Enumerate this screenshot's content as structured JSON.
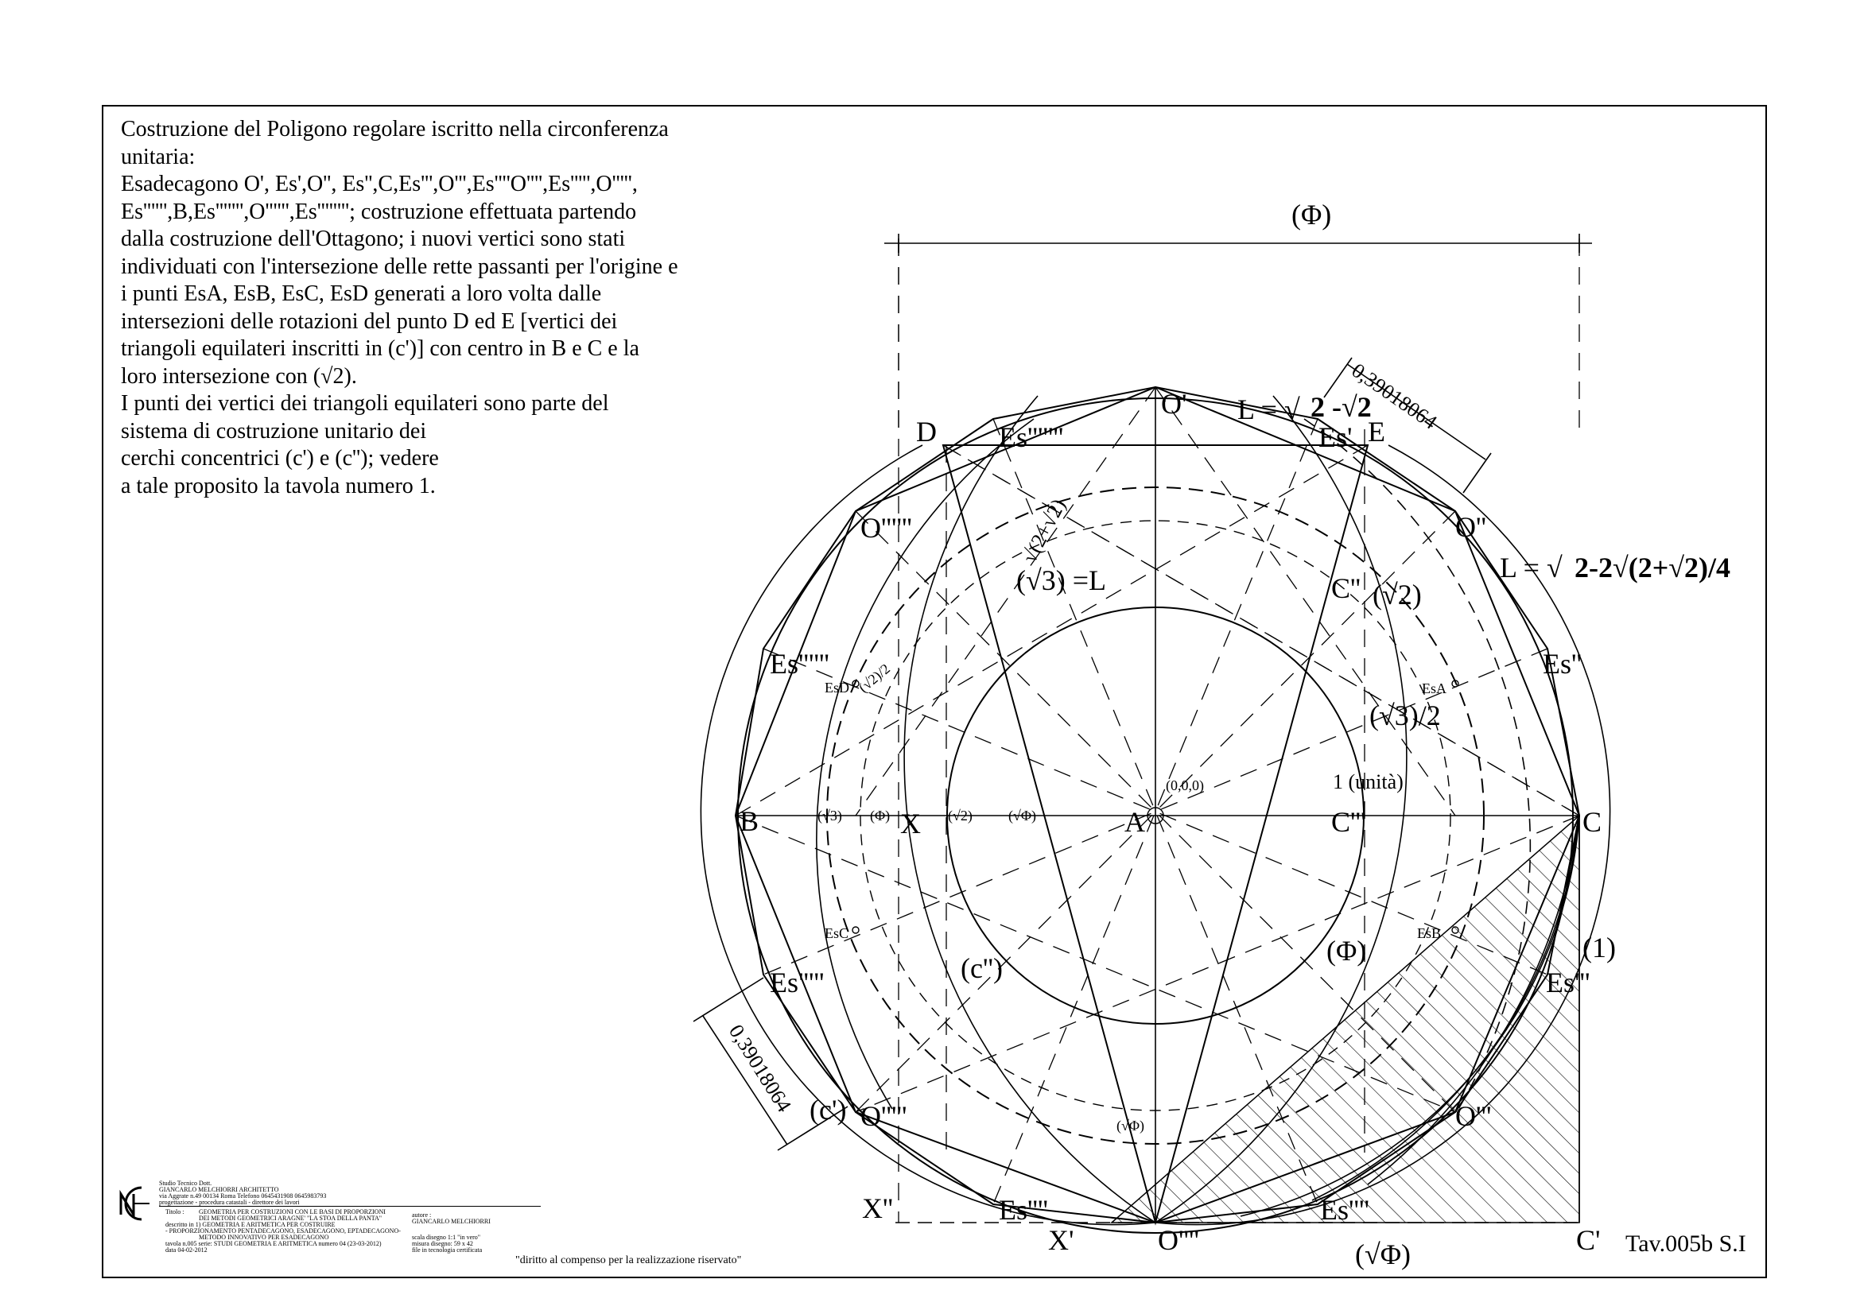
{
  "description": {
    "lines": [
      "Costruzione del Poligono regolare iscritto nella circonferenza",
      "unitaria:",
      "Esadecagono O', Es',O'', Es'',C,Es''',O''',Es''''O'''',Es''''',O''''',",
      "Es'''''',B,Es''''''',O'''''',Es''''''''; costruzione effettuata partendo",
      "dalla costruzione dell'Ottagono; i nuovi vertici sono stati",
      "individuati con l'intersezione delle rette passanti per l'origine e",
      "i punti EsA, EsB, EsC, EsD generati a loro volta dalle",
      "intersezioni delle rotazioni del punto D ed E [vertici dei",
      "triangoli equilateri inscritti in (c')] con centro in B e C e la",
      "loro intersezione con (√2).",
      "I punti dei vertici dei triangoli equilateri sono parte del",
      "sistema di costruzione unitario dei",
      "cerchi concentrici (c') e (c''); vedere",
      "a tale proposito la tavola numero 1."
    ]
  },
  "labels": {
    "phi_top": "(Φ)",
    "O1": "O'",
    "D": "D",
    "E": "E",
    "Es1": "Es'",
    "Es_top_left": "Es'''''''",
    "L1_prefix": "L = √",
    "L1_expr": "2 -√2",
    "dim_top": "0,39018064",
    "O2": "O''",
    "L2_prefix": "L = √",
    "L2_expr": "2-2√(2+√2)/4",
    "O_upper_left": "O''''''",
    "sqrt_diag": "√(2+√2)",
    "sqrt3_L": "(√3) =L",
    "C2": "C''",
    "sqrt2_paren": "(√2)",
    "Es_left": "Es''''''",
    "EsD": "EsD",
    "sqrt2_half": "(√2)/2",
    "Es2": "Es''",
    "EsA": "EsA",
    "sqrt3_half": "(√3)/2",
    "origin": "(0,0,0)",
    "unit": "1 (unità)",
    "B": "B",
    "sqrt3_small": "(√3)",
    "phi_small": "(Φ)",
    "X": "X",
    "sqrt2_small": "(√2)",
    "sqrtphi_small": "(√Φ)",
    "A": "A",
    "C3": "C'''",
    "C": "C",
    "EsC": "EsC",
    "EsB": "EsB",
    "phi_mid": "(Φ)",
    "one": "(1)",
    "Es_lower_left": "Es'''''",
    "c2": "(c'')",
    "Es3": "Es'''",
    "dim_bottom": "0,39018064",
    "c1": "(c')",
    "O_lower_left": "O'''''",
    "O_lower_right": "O'''",
    "sqrtphi_low": "(√Φ)",
    "X2": "X''",
    "Es_bottom_left": "Es''''",
    "Es_bottom_right": "Es''''",
    "X1": "X'",
    "O4": "O''''",
    "sqrtphi_bottom": "(√Φ)",
    "C1": "C'"
  },
  "title_block": {
    "studio": "Studio Tecnico Dott.",
    "name": "GIANCARLO MELCHIORRI ARCHITETTO",
    "address": "via Aggrate n.49 00134 Roma   Telefono 0645431908 0645983793",
    "services": "progettazione     -     procedura catastali     -     direttore dei lavori",
    "titolo_label": "Titolo :",
    "titolo_1": "GEOMETRIA PER COSTRUZIONI CON LE BASI DI PROPORZIONI",
    "titolo_2": "DEI METODI GEOMETRICI ARAGNE' \"LA STOA DELLA PANTA\"",
    "titolo_3": "descritto in 1) GEOMETRIA E ARITMETICA PER COSTRUIRE",
    "titolo_4": "- PROPORZIONAMENTO PENTADECAGONO, ESADECAGONO, EPTADECAGONO-",
    "titolo_5": "METODO INNOVATIVO PER ESADECAGONO",
    "tavola": "tavola n.005 serie: STUDI GEOMETRIA E ARITMETICA numero 04 (23-03-2012)",
    "data": "data 04-02-2012",
    "autore_label": "autore :",
    "autore": "GIANCARLO MELCHIORRI",
    "scala": "scala disegno 1:1  \"in vero\"",
    "misura": "misura disegno: 59 x 42",
    "file": "file in tecnologia certificata"
  },
  "rights": "\"diritto al compenso per la realizzazione riservato\"",
  "plate": "Tav.005b S.I"
}
